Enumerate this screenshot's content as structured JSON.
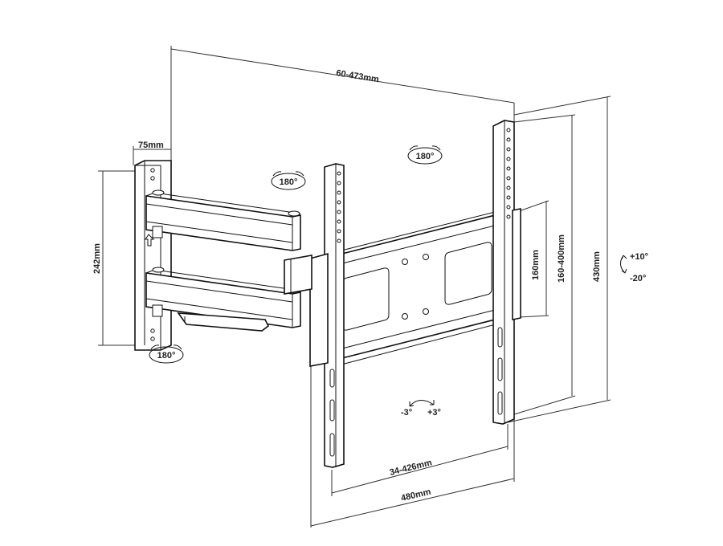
{
  "dimensions": {
    "arm_extension": "60-473mm",
    "wall_plate_width": "75mm",
    "wall_plate_height": "242mm",
    "vesa_vertical_small": "160mm",
    "vesa_vertical_range": "160-400mm",
    "bracket_height": "430mm",
    "vesa_horizontal_range": "34-426mm",
    "bracket_width": "480mm"
  },
  "rotations": {
    "top_arm_swivel": "180°",
    "middle_arm_swivel": "180°",
    "wall_swivel": "180°",
    "tilt_up": "+10°",
    "tilt_down": "-20°",
    "level_left": "-3°",
    "level_right": "+3°"
  },
  "colors": {
    "line": "#111111",
    "dimension_line": "#333333",
    "background": "#ffffff"
  }
}
